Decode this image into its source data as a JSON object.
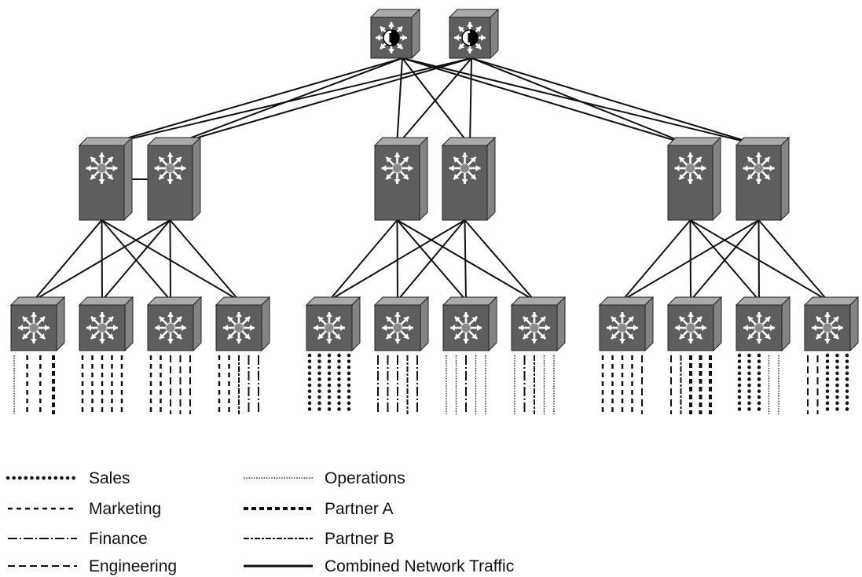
{
  "diagram": {
    "core_switches": [
      {
        "id": "core-1",
        "icon": "layer3-switch-router-icon"
      },
      {
        "id": "core-2",
        "icon": "layer3-switch-router-icon"
      }
    ],
    "distribution_groups": [
      {
        "id": "dist-a",
        "switches": [
          "dist-a1",
          "dist-a2"
        ],
        "peer_link": true
      },
      {
        "id": "dist-b",
        "switches": [
          "dist-b1",
          "dist-b2"
        ],
        "peer_link": false
      },
      {
        "id": "dist-c",
        "switches": [
          "dist-c1",
          "dist-c2"
        ],
        "peer_link": false
      }
    ],
    "access_switches": [
      {
        "id": "acc-1",
        "group": "dist-a",
        "ports": [
          "operations",
          "marketing",
          "marketing",
          "partner_a"
        ]
      },
      {
        "id": "acc-2",
        "group": "dist-a",
        "ports": [
          "marketing",
          "marketing",
          "marketing",
          "marketing",
          "marketing"
        ]
      },
      {
        "id": "acc-3",
        "group": "dist-a",
        "ports": [
          "marketing",
          "marketing",
          "engineering",
          "engineering",
          "engineering"
        ]
      },
      {
        "id": "acc-4",
        "group": "dist-a",
        "ports": [
          "marketing",
          "marketing",
          "partner_b",
          "finance",
          "finance"
        ]
      },
      {
        "id": "acc-5",
        "group": "dist-b",
        "ports": [
          "sales",
          "sales",
          "sales",
          "sales",
          "sales"
        ]
      },
      {
        "id": "acc-6",
        "group": "dist-b",
        "ports": [
          "finance",
          "finance",
          "finance",
          "partner_b",
          "finance"
        ]
      },
      {
        "id": "acc-7",
        "group": "dist-b",
        "ports": [
          "operations",
          "operations",
          "finance",
          "operations",
          "operations"
        ]
      },
      {
        "id": "acc-8",
        "group": "dist-b",
        "ports": [
          "operations",
          "finance",
          "partner_b",
          "operations",
          "operations"
        ]
      },
      {
        "id": "acc-9",
        "group": "dist-c",
        "ports": [
          "marketing",
          "marketing",
          "marketing",
          "marketing",
          "engineering"
        ]
      },
      {
        "id": "acc-10",
        "group": "dist-c",
        "ports": [
          "engineering",
          "partner_b",
          "partner_a",
          "partner_a",
          "partner_a"
        ]
      },
      {
        "id": "acc-11",
        "group": "dist-c",
        "ports": [
          "sales",
          "sales",
          "sales",
          "operations",
          "operations"
        ]
      },
      {
        "id": "acc-12",
        "group": "dist-c",
        "ports": [
          "engineering",
          "engineering",
          "sales",
          "sales",
          "sales"
        ]
      }
    ],
    "uplink_style": "combined"
  },
  "legend": {
    "items": [
      {
        "key": "sales",
        "label": "Sales"
      },
      {
        "key": "marketing",
        "label": "Marketing"
      },
      {
        "key": "finance",
        "label": "Finance"
      },
      {
        "key": "engineering",
        "label": "Engineering"
      },
      {
        "key": "operations",
        "label": "Operations"
      },
      {
        "key": "partner_a",
        "label": "Partner A"
      },
      {
        "key": "partner_b",
        "label": "Partner B"
      },
      {
        "key": "combined",
        "label": "Combined Network Traffic"
      }
    ]
  },
  "colors": {
    "switch_front": "#5e5e5e",
    "switch_top": "#a9a9a9",
    "switch_side": "#848484",
    "line": "#111111"
  }
}
